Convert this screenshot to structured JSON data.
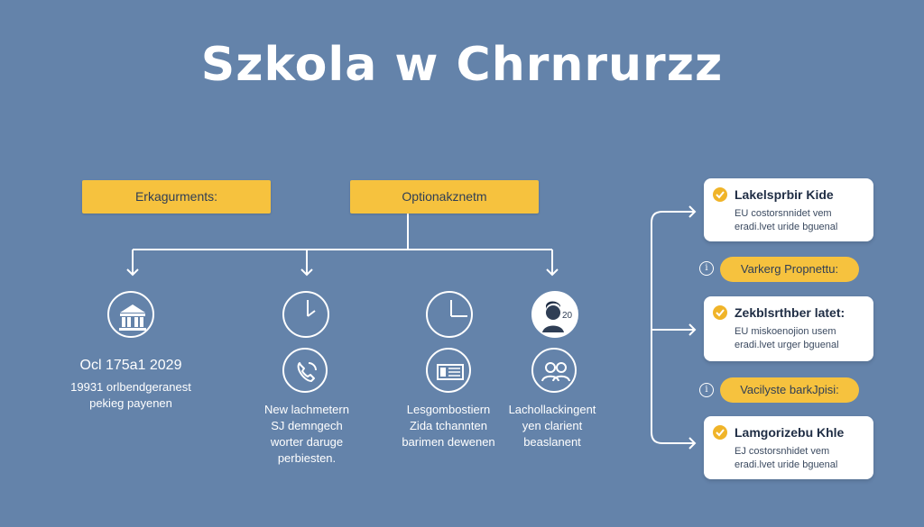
{
  "title": "Szkola w Chrnrurzz",
  "pills": {
    "left": "Erkagurments:",
    "center": "Optionakznetm"
  },
  "columns": {
    "col1": {
      "line1": "Ocl 175a1 2029",
      "line2": "19931 orlbendgeranest",
      "line3": "pekieg payenen"
    },
    "col2": {
      "line1": "New lachmetern",
      "line2": "SJ demngech",
      "line3": "worter daruge",
      "line4": "perbiesten."
    },
    "col3": {
      "line1": "Lesgombostiern",
      "line2": "Zida tchannten",
      "line3": "barimen dewenen"
    },
    "col4": {
      "line1": "Lachollackingent",
      "line2": "yen clarient",
      "line3": "beaslanent"
    }
  },
  "portrait_badge": "20",
  "cards": [
    {
      "title": "Lakelsprbir Kide",
      "line1": "EU costorsnnidet vem",
      "line2": "eradi.lvet uride bguenal"
    },
    {
      "title": "Zekblsrthber latet:",
      "line1": "EU miskoenojion usem",
      "line2": "eradi.lvet urger bguenal"
    },
    {
      "title": "Lamgorizebu Khle",
      "line1": "EJ costorsnhidet vem",
      "line2": "eradi.lvet uride bguenal"
    }
  ],
  "tags": [
    {
      "label": "Varkerg Propnettu:",
      "info": "i"
    },
    {
      "label": "Vacilyste barkJpisi:",
      "info": "i"
    }
  ],
  "colors": {
    "background": "#6483aa",
    "accent": "#f6c23e",
    "card": "#ffffff"
  },
  "icons": [
    "building-icon",
    "clock-icon",
    "clock-icon",
    "person-icon",
    "phone-icon",
    "document-icon",
    "people-icon",
    "check-icon",
    "info-icon"
  ]
}
